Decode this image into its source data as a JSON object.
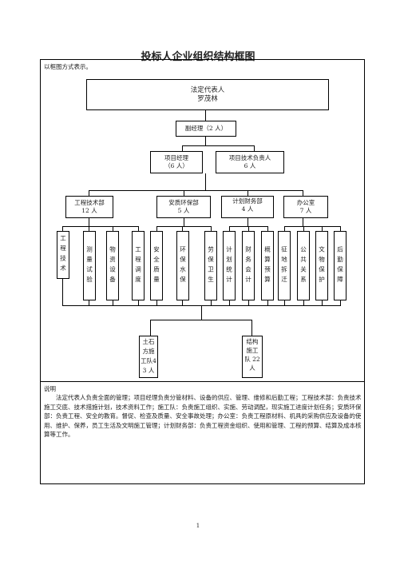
{
  "title": "投标人企业组织结构框图",
  "intro": "以框图方式表示。",
  "legal_rep": {
    "line1": "法定代表人",
    "line2": "罗茂林"
  },
  "deputy_manager": "副经理（2 人）",
  "project_manager": {
    "line1": "项目经理",
    "line2": "（6 人）"
  },
  "tech_lead": {
    "line1": "项目技术负责人",
    "line2": "6 人"
  },
  "departments": [
    {
      "line1": "工程技术部",
      "line2": "12 人"
    },
    {
      "line1": "安质环保部",
      "line2": "5 人"
    },
    {
      "line1": "计划财务部",
      "line2": "4 人"
    },
    {
      "line1": "办公室",
      "line2": "7 人"
    }
  ],
  "units": [
    "工程技术",
    "测量试验",
    "物资设备",
    "工程调度",
    "安全质量",
    "环保水保",
    "劳保卫生",
    "计划统计",
    "财务会计",
    "概算预算",
    "征地拆迁",
    "公共关系",
    "文物保护",
    "后勤保障"
  ],
  "team1": "土石方施工队43 人",
  "team2": "结构施工队 22 人",
  "notes_label": "说明",
  "notes_text": "法定代表人负责全面的管理；项目经理负责分管材料、设备的供应、管理、维修和后勤工程；工程技术部：负责技术施工交底、技术措施计划，技术资料工作；施工队：负责施工组织、实施、劳动调配，现实施工进度计划任务；安质环保部：负责工程、安全的教育。督促、检查及质量、安全事故处理；办公室：负责工程原材料、机具的采购供应及设备的使用、维护、保养，员工生活及文明施工管理；计划财务部：负责工程资金组织、使用和管理、工程的预算、结算及成本核算等工作。",
  "page_number": "1"
}
